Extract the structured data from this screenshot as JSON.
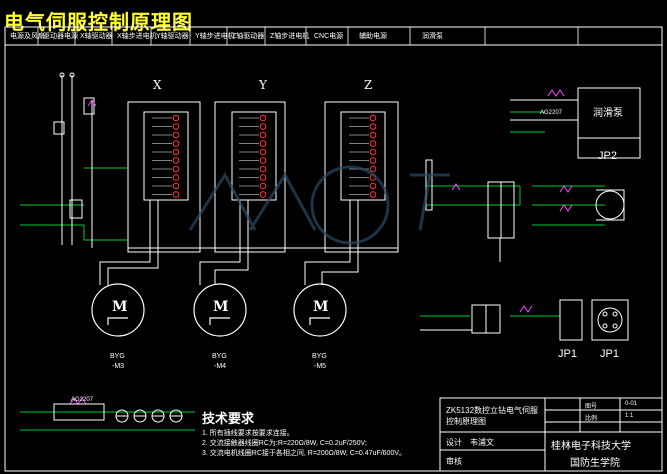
{
  "title": "电气伺服控制原理图",
  "header_cells": [
    "电源及风扇",
    "驱动器电源",
    "X轴驱动器",
    "X轴步进电机",
    "Y轴驱动器",
    "Y轴步进电机",
    "Z轴驱动器",
    "Z轴步进电机",
    "CNC电源",
    "辅助电源",
    "润滑泵"
  ],
  "axes": [
    "X",
    "Y",
    "Z"
  ],
  "motors": [
    {
      "symbol": "M",
      "model": "BYG",
      "code": "-M3"
    },
    {
      "symbol": "M",
      "model": "BYG",
      "code": "-M4"
    },
    {
      "symbol": "M",
      "model": "BYG",
      "code": "-M5"
    }
  ],
  "components": {
    "lube_pump": "润滑泵",
    "contactor": "AG2207",
    "jp2": "JP2",
    "jp1_a": "JP1",
    "jp1_b": "JP1"
  },
  "tech": {
    "heading": "技术要求",
    "lines": [
      "1. 所有插线要求按要求连接。",
      "2. 交流接触器线圈RC为:R=220Ω/8W, C=0.2uF/250V;",
      "3. 交流电机线圈RC接于各相之间, R=200Ω/8W, C=0.47uF/600V。"
    ]
  },
  "title_block": {
    "project": "ZK5132数控立钻电气伺服控制原理图",
    "design_label": "设计",
    "designer": "韦浦文",
    "review_label": "审核",
    "school": "桂林电子科技大学",
    "college": "国防生学院",
    "scale_label": "比例",
    "scale": "1:1",
    "sheet_label": "图号",
    "sheet": "0-01"
  }
}
